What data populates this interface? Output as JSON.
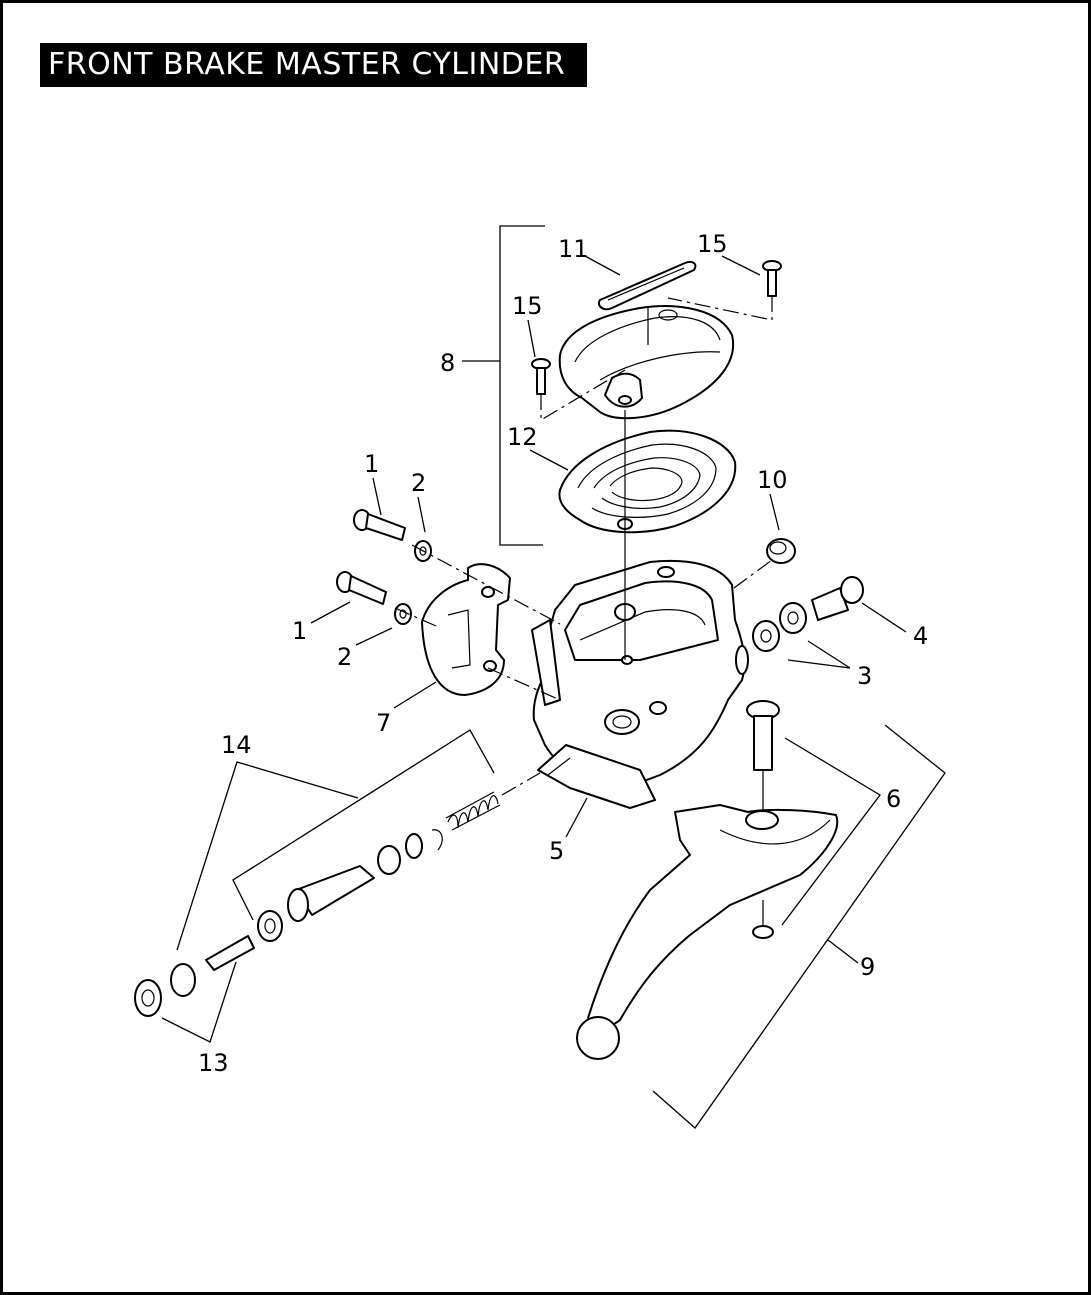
{
  "title": "FRONT BRAKE MASTER CYLINDER",
  "callouts": [
    "1",
    "1",
    "2",
    "2",
    "3",
    "4",
    "5",
    "6",
    "7",
    "8",
    "9",
    "10",
    "11",
    "12",
    "13",
    "14",
    "15",
    "15"
  ]
}
